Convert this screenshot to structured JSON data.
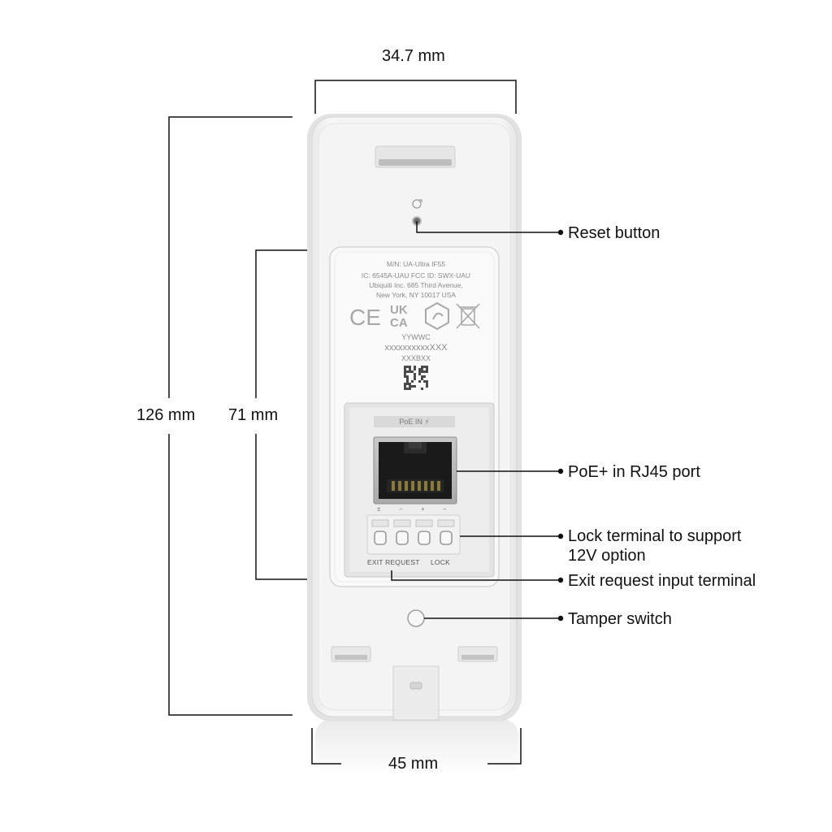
{
  "dimensions": {
    "width_top": "34.7 mm",
    "height_total": "126 mm",
    "height_inner": "71 mm",
    "width_bottom": "45 mm"
  },
  "callouts": {
    "reset": "Reset button",
    "poe": "PoE+ in RJ45 port",
    "lock_line1": "Lock terminal to support",
    "lock_line2": "12V option",
    "exit": "Exit request input terminal",
    "tamper": "Tamper switch"
  },
  "device_label": {
    "model": "M/N: UA-Ultra  IF55",
    "ids": "IC: 6545A-UAU  FCC ID: SWX-UAU",
    "address1": "Ubiquiti Inc. 685 Third Avenue,",
    "address2": "New York, NY 10017 USA",
    "date_code": "YYWWC",
    "serial": "xxxxxxxxxxXXX",
    "batch": "XXXBXX",
    "cert_ce": "CE",
    "cert_ukca_1": "UK",
    "cert_ukca_2": "CA"
  },
  "port_label": "PoE IN",
  "terminal": {
    "exit_request": "EXIT REQUEST",
    "lock": "LOCK",
    "pins": [
      "±",
      "−",
      "+",
      "−"
    ]
  },
  "colors": {
    "device_body": "#f3f3f3",
    "device_edge": "#d8d8d8",
    "panel": "#f7f7f7",
    "line": "#111111"
  }
}
